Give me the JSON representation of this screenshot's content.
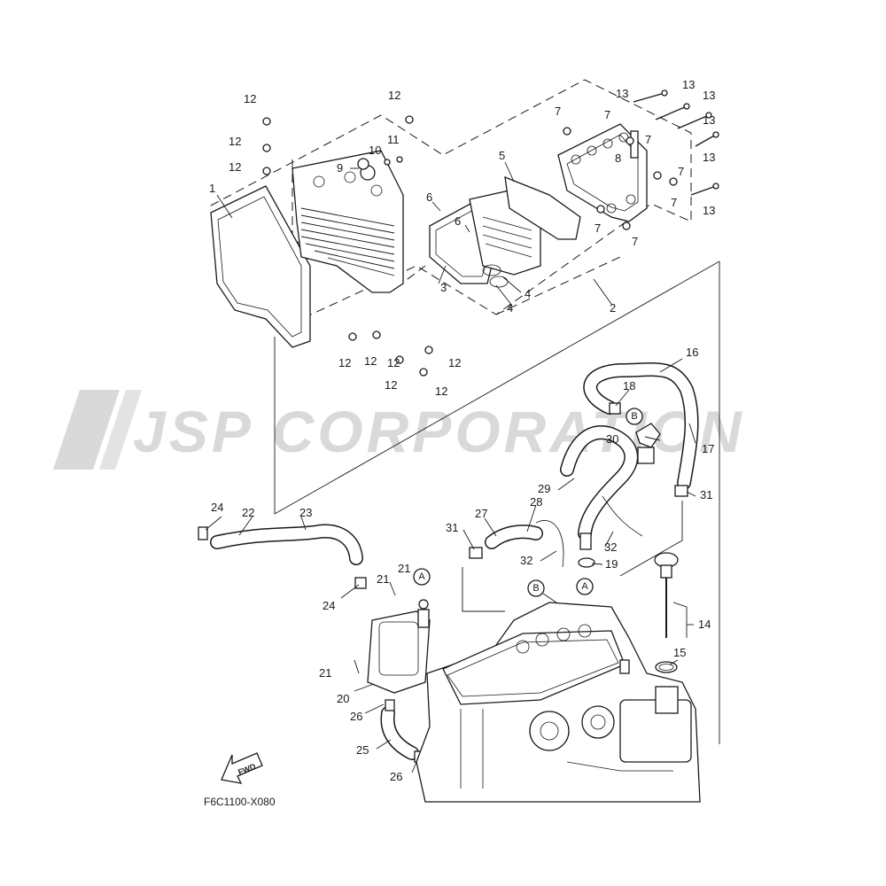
{
  "watermark": "JSP CORPORATION",
  "diagram_code": "F6C1100-X080",
  "fwd_label": "FWD",
  "callout_a": "A",
  "callout_b": "B",
  "labels": {
    "n1": "1",
    "n2": "2",
    "n3": "3",
    "n4a": "4",
    "n4b": "4",
    "n5": "5",
    "n6a": "6",
    "n6b": "6",
    "n7a": "7",
    "n7b": "7",
    "n7c": "7",
    "n7d": "7",
    "n7e": "7",
    "n7f": "7",
    "n7g": "7",
    "n8": "8",
    "n9": "9",
    "n10": "10",
    "n11": "11",
    "n12a": "12",
    "n12b": "12",
    "n12c": "12",
    "n12d": "12",
    "n12e": "12",
    "n12f": "12",
    "n12g": "12",
    "n12h": "12",
    "n12i": "12",
    "n12j": "12",
    "n13a": "13",
    "n13b": "13",
    "n13c": "13",
    "n13d": "13",
    "n13e": "13",
    "n13f": "13",
    "n14": "14",
    "n15": "15",
    "n16": "16",
    "n17": "17",
    "n18": "18",
    "n19": "19",
    "n20": "20",
    "n21a": "21",
    "n21b": "21",
    "n21c": "21",
    "n22": "22",
    "n23": "23",
    "n24a": "24",
    "n24b": "24",
    "n25": "25",
    "n26a": "26",
    "n26b": "26",
    "n27": "27",
    "n28": "28",
    "n29": "29",
    "n30": "30",
    "n31a": "31",
    "n31b": "31",
    "n32a": "32",
    "n32b": "32"
  }
}
